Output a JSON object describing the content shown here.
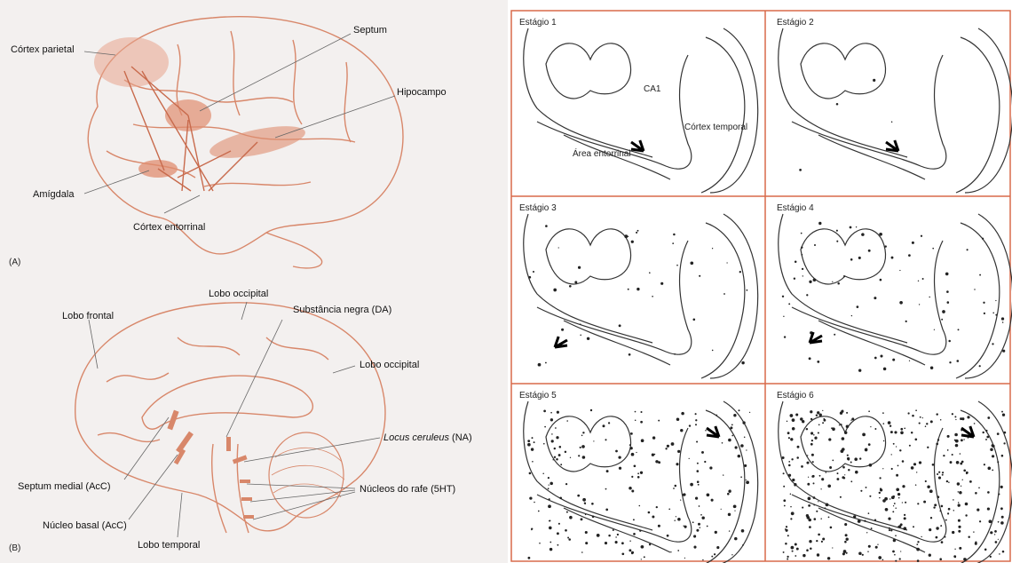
{
  "panelA": {
    "tag": "(A)",
    "labels": {
      "cortex_parietal": "Córtex parietal",
      "septum": "Septum",
      "hipocampo": "Hipocampo",
      "amigdala": "Amígdala",
      "cortex_entorrinal": "Córtex entorrinal"
    }
  },
  "panelB": {
    "tag": "(B)",
    "labels": {
      "lobo_occipital_top": "Lobo occipital",
      "lobo_frontal": "Lobo frontal",
      "substancia_negra": "Substância negra (DA)",
      "lobo_occipital_right": "Lobo occipital",
      "locus_ceruleus_italic": "Locus ceruleus",
      "locus_ceruleus_suffix": " (NA)",
      "septum_medial": "Septum medial (AcC)",
      "nucleos_rafe": "Núcleos do rafe (5HT)",
      "nucleo_basal": "Núcleo basal (AcC)",
      "lobo_temporal": "Lobo temporal"
    }
  },
  "stages": [
    {
      "label": "Estágio 1"
    },
    {
      "label": "Estágio 2"
    },
    {
      "label": "Estágio 3"
    },
    {
      "label": "Estágio 4"
    },
    {
      "label": "Estágio 5"
    },
    {
      "label": "Estágio 6"
    }
  ],
  "stage1_labels": {
    "ca1": "CA1",
    "cortex_temporal": "Córtex temporal",
    "area_entorrinal": "Área entorrinal"
  },
  "colors": {
    "drawing": "#d8876a",
    "grid_line": "#d86a4a",
    "ink": "#222222"
  }
}
